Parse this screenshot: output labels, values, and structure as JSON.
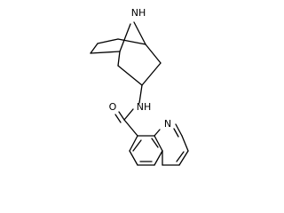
{
  "molecule": {
    "atoms": {
      "bridge_nh": "NH",
      "amide_nh": "NH",
      "carbonyl_o": "O",
      "ring_n": "N"
    }
  },
  "colors": {
    "bond": "#000000",
    "label": "#000000",
    "background": "#ffffff"
  }
}
